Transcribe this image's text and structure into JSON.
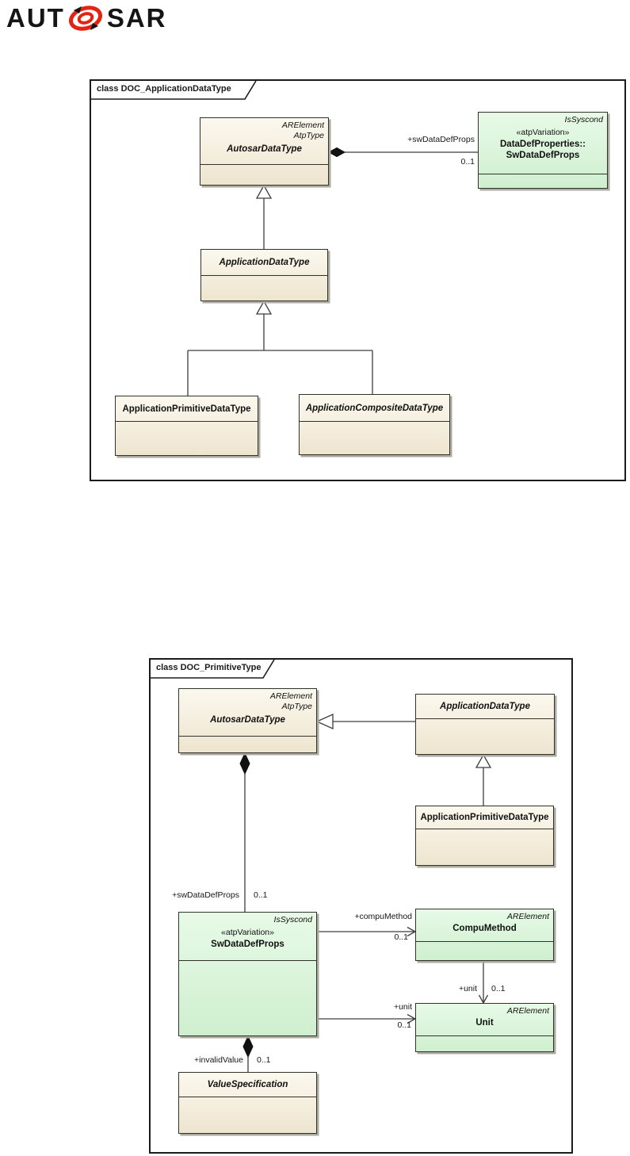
{
  "logo": {
    "left": "AUT",
    "right": "SAR",
    "red": "#e42313"
  },
  "colors": {
    "beige_fill": "#f1ead9",
    "green_fill": "#d6f2d6",
    "box_border": "#33322a",
    "line": "#3d3d3d",
    "frame_border": "#1b1b1b"
  },
  "diagram1": {
    "frame_title": "class DOC_ApplicationDataType",
    "boxes": {
      "autosar_data_type": {
        "meta1": "ARElement",
        "meta2": "AtpType",
        "name": "AutosarDataType"
      },
      "data_def_props": {
        "meta1": "IsSyscond",
        "stereotype": "«atpVariation»",
        "name_line1": "DataDefProperties::",
        "name_line2": "SwDataDefProps"
      },
      "application_data_type": {
        "name": "ApplicationDataType"
      },
      "application_primitive_data_type": {
        "name": "ApplicationPrimitiveDataType"
      },
      "application_composite_data_type": {
        "name": "ApplicationCompositeDataType"
      }
    },
    "edge_labels": {
      "sw_data_def_props_role": "+swDataDefProps",
      "sw_data_def_props_mult": "0..1"
    }
  },
  "diagram2": {
    "frame_title": "class DOC_PrimitiveType",
    "boxes": {
      "autosar_data_type": {
        "meta1": "ARElement",
        "meta2": "AtpType",
        "name": "AutosarDataType"
      },
      "application_data_type": {
        "name": "ApplicationDataType"
      },
      "application_primitive_data_type": {
        "name": "ApplicationPrimitiveDataType"
      },
      "sw_data_def_props": {
        "meta1": "IsSyscond",
        "stereotype": "«atpVariation»",
        "name": "SwDataDefProps"
      },
      "compu_method": {
        "meta1": "ARElement",
        "name": "CompuMethod"
      },
      "unit": {
        "meta1": "ARElement",
        "name": "Unit"
      },
      "value_specification": {
        "name": "ValueSpecification"
      }
    },
    "edge_labels": {
      "sw_data_def_props_role": "+swDataDefProps",
      "sw_data_def_props_mult": "0..1",
      "compu_method_role": "+compuMethod",
      "compu_method_mult": "0..1",
      "compu_unit_role": "+unit",
      "compu_unit_mult": "0..1",
      "unit_role": "+unit",
      "unit_mult": "0..1",
      "invalid_value_role": "+invalidValue",
      "invalid_value_mult": "0..1"
    }
  }
}
